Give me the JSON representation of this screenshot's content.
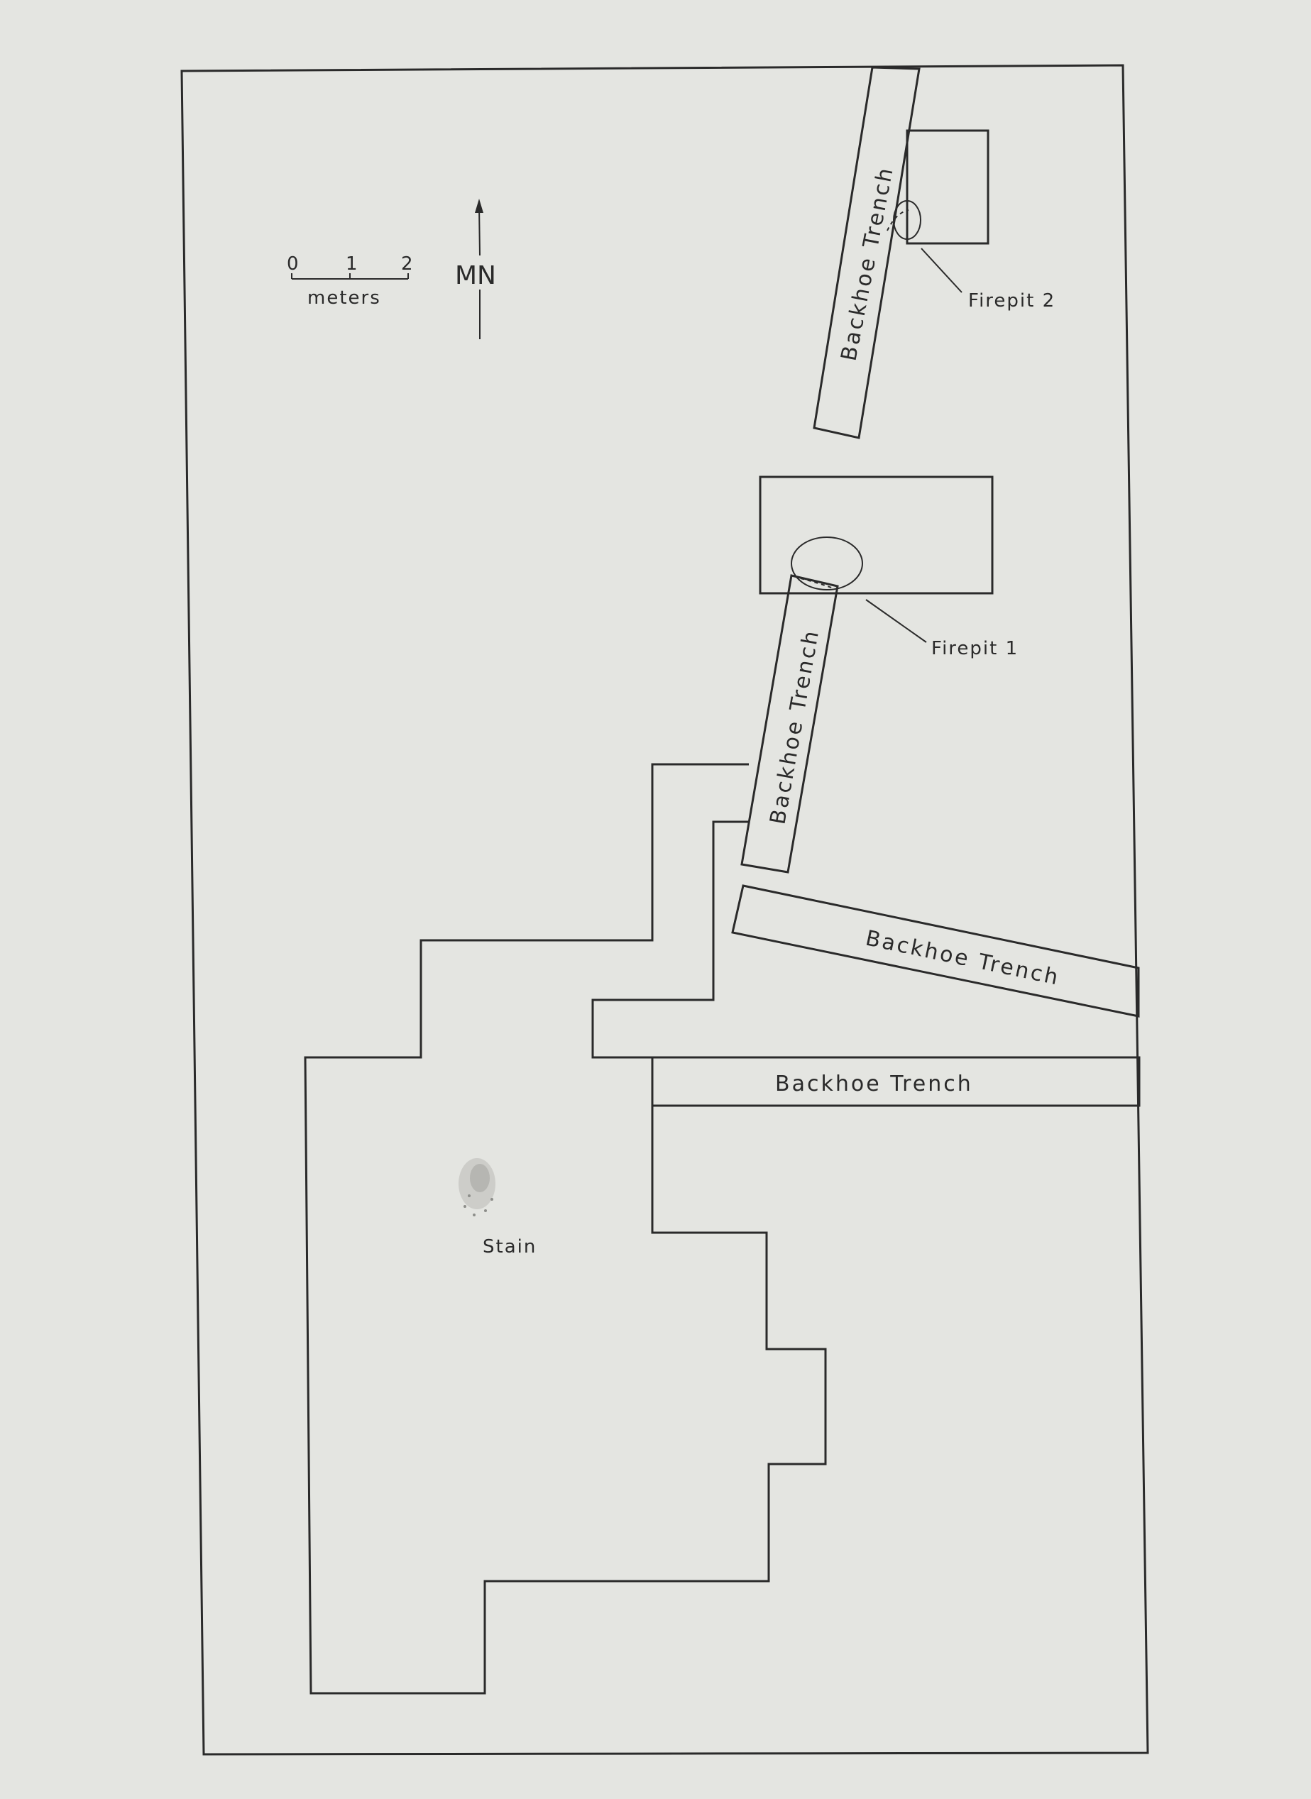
{
  "scale": {
    "ticks": [
      "0",
      "1",
      "2"
    ],
    "unit": "meters"
  },
  "north": {
    "label": "MN"
  },
  "labels": {
    "trench_top": "Backhoe Trench",
    "trench_mid": "Backhoe Trench",
    "trench_diag": "Backhoe Trench",
    "trench_horizontal": "Backhoe Trench",
    "firepit_1": "Firepit 1",
    "firepit_2": "Firepit 2",
    "stain": "Stain"
  }
}
